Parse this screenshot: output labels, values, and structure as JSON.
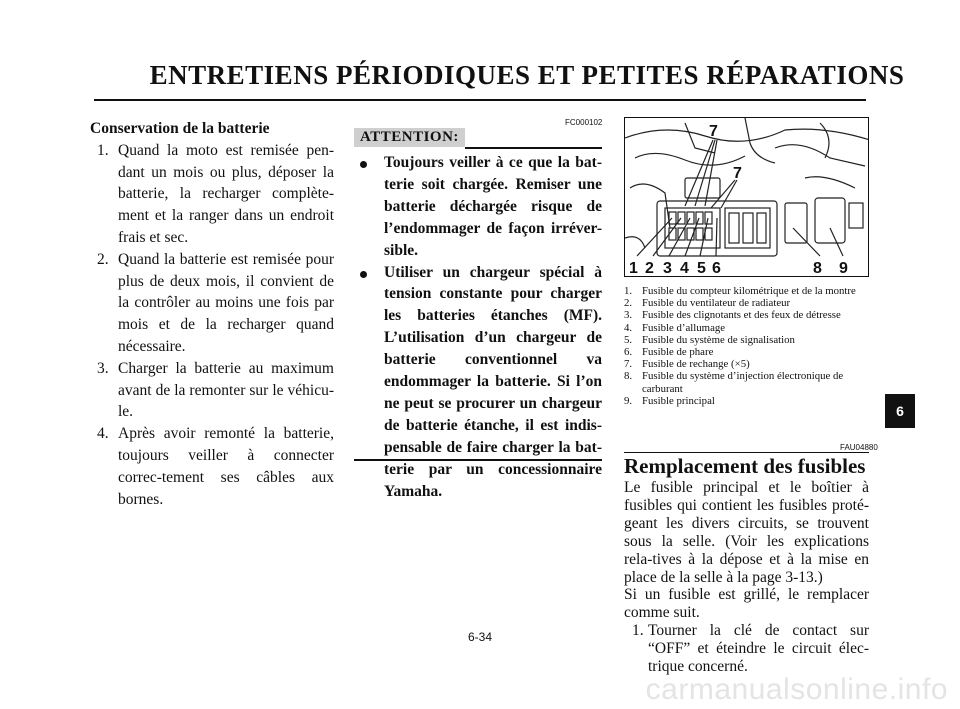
{
  "header": {
    "title": "ENTRETIENS PÉRIODIQUES ET PETITES RÉPARATIONS"
  },
  "storage": {
    "heading": "Conservation de la batterie",
    "items": [
      {
        "num": "1.",
        "text": "Quand la moto est remisée pen-dant un mois ou plus, déposer la batterie, la recharger complète-ment et la ranger dans un endroit frais et sec."
      },
      {
        "num": "2.",
        "text": "Quand la batterie est remisée pour plus de deux mois, il convient de la contrôler au moins une fois par mois et de la recharger quand nécessaire."
      },
      {
        "num": "3.",
        "text": "Charger la batterie au maximum avant de la remonter sur le véhicu-le."
      },
      {
        "num": "4.",
        "text": "Après avoir remonté la batterie, toujours veiller à connecter correc-tement ses câbles aux bornes."
      }
    ]
  },
  "attention": {
    "code": "FC000102",
    "label": "ATTENTION:",
    "bullets": [
      {
        "text": "Toujours veiller à ce que la bat-terie soit chargée. Remiser une batterie déchargée risque de l’endommager de façon irréver-",
        "last": "sible."
      },
      {
        "text": "Utiliser un chargeur spécial à tension constante pour charger les batteries étanches (MF). L’utilisation d’un chargeur de batterie conventionnel va endommager la batterie. Si l’on ne peut se procurer un chargeur de batterie étanche, il est indis-pensable de faire charger la bat-terie par un concessionnaire",
        "last": "Yamaha."
      }
    ]
  },
  "figure": {
    "callouts": [
      "1",
      "2",
      "3",
      "4",
      "5",
      "6",
      "7",
      "7",
      "8",
      "9"
    ]
  },
  "legend": [
    {
      "num": "1.",
      "text": "Fusible du compteur kilométrique et de la montre"
    },
    {
      "num": "2.",
      "text": "Fusible du ventilateur de radiateur"
    },
    {
      "num": "3.",
      "text": "Fusible des clignotants et des feux de détresse"
    },
    {
      "num": "4.",
      "text": "Fusible d’allumage"
    },
    {
      "num": "5.",
      "text": "Fusible du système de signalisation"
    },
    {
      "num": "6.",
      "text": "Fusible de phare"
    },
    {
      "num": "7.",
      "text": "Fusible de rechange (×5)"
    },
    {
      "num": "8.",
      "text": "Fusible du système d’injection électronique de carburant"
    },
    {
      "num": "9.",
      "text": "Fusible principal"
    }
  ],
  "fuses": {
    "code": "FAU04880",
    "heading": "Remplacement des fusibles",
    "para1": "Le fusible principal et le boîtier à fusibles qui contient les fusibles proté-geant les divers circuits, se trouvent sous la selle. (Voir les explications rela-tives à la dépose et à la mise en place de la selle à la page 3-13.)",
    "para2": "Si un fusible est grillé, le remplacer comme suit.",
    "step1_num": "1.",
    "step1": "Tourner la clé de contact sur “OFF” et éteindre le circuit élec-trique concerné."
  },
  "page_number": "6-34",
  "side_tab": "6",
  "watermark": "carmanualsonline.info"
}
